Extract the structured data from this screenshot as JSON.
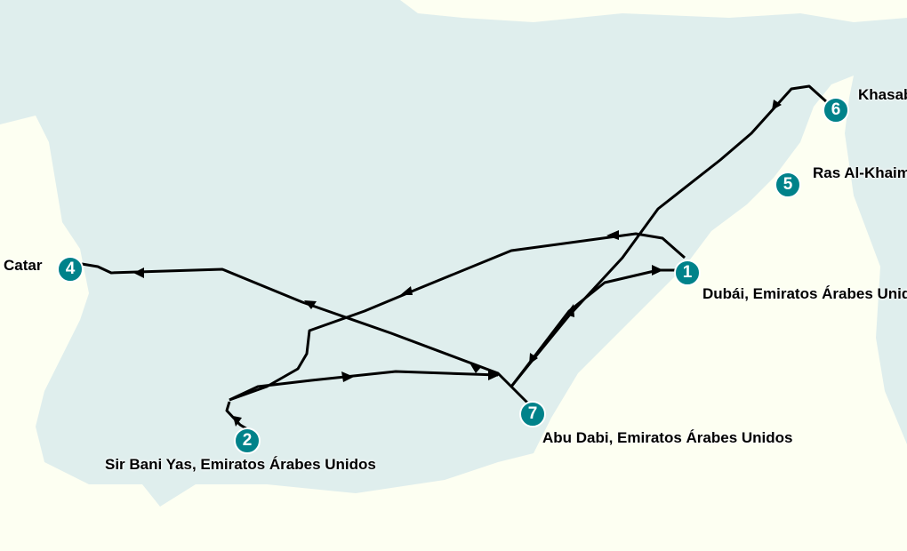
{
  "map": {
    "colors": {
      "sea": "#dfeeed",
      "land": "#fdfff2",
      "marker": "#00828a",
      "route": "#000000"
    },
    "stops": [
      {
        "number": "1",
        "label": "Dubái, Emiratos Árabes Unidos"
      },
      {
        "number": "2",
        "label": "Sir Bani Yas, Emiratos Árabes Unidos"
      },
      {
        "number": "4",
        "label": "Catar"
      },
      {
        "number": "5",
        "label": "Ras Al-Khaimah"
      },
      {
        "number": "6",
        "label": "Khasab"
      },
      {
        "number": "7",
        "label": "Abu Dabi, Emiratos Árabes Unidos"
      }
    ]
  }
}
